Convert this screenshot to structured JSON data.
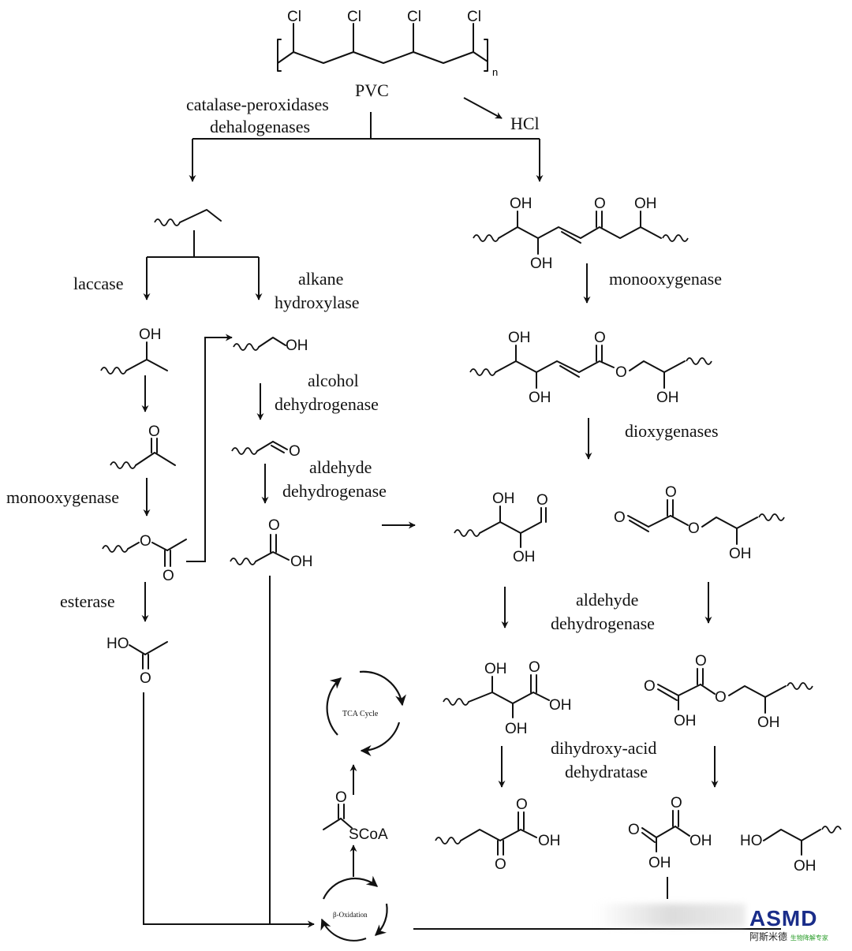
{
  "labels": {
    "pvc": "PVC",
    "hcl": "HCl",
    "catalase": "catalase-peroxidases",
    "dehalogenases": "dehalogenases",
    "laccase": "laccase",
    "alkane": "alkane",
    "hydroxylase": "hydroxylase",
    "alcohol": "alcohol",
    "dehydrogenase": "dehydrogenase",
    "aldehyde": "aldehyde",
    "monooxygenase": "monooxygenase",
    "esterase": "esterase",
    "dioxygenases": "dioxygenases",
    "dihydroxy_acid": "dihydroxy-acid",
    "dehydratase": "dehydratase",
    "tca_cycle": "TCA Cycle",
    "beta_oxidation": "β-Oxidation"
  },
  "atoms": {
    "cl": "Cl",
    "oh": "OH",
    "ho": "HO",
    "o": "O",
    "scoa": "SCoA",
    "n": "n"
  },
  "watermark": {
    "brand": "ASMD",
    "name_cn": "阿斯米德",
    "tagline_cn": "生物降解专家",
    "brand_color": "#1a2d8a",
    "tagline_color": "#2a9d2a"
  }
}
